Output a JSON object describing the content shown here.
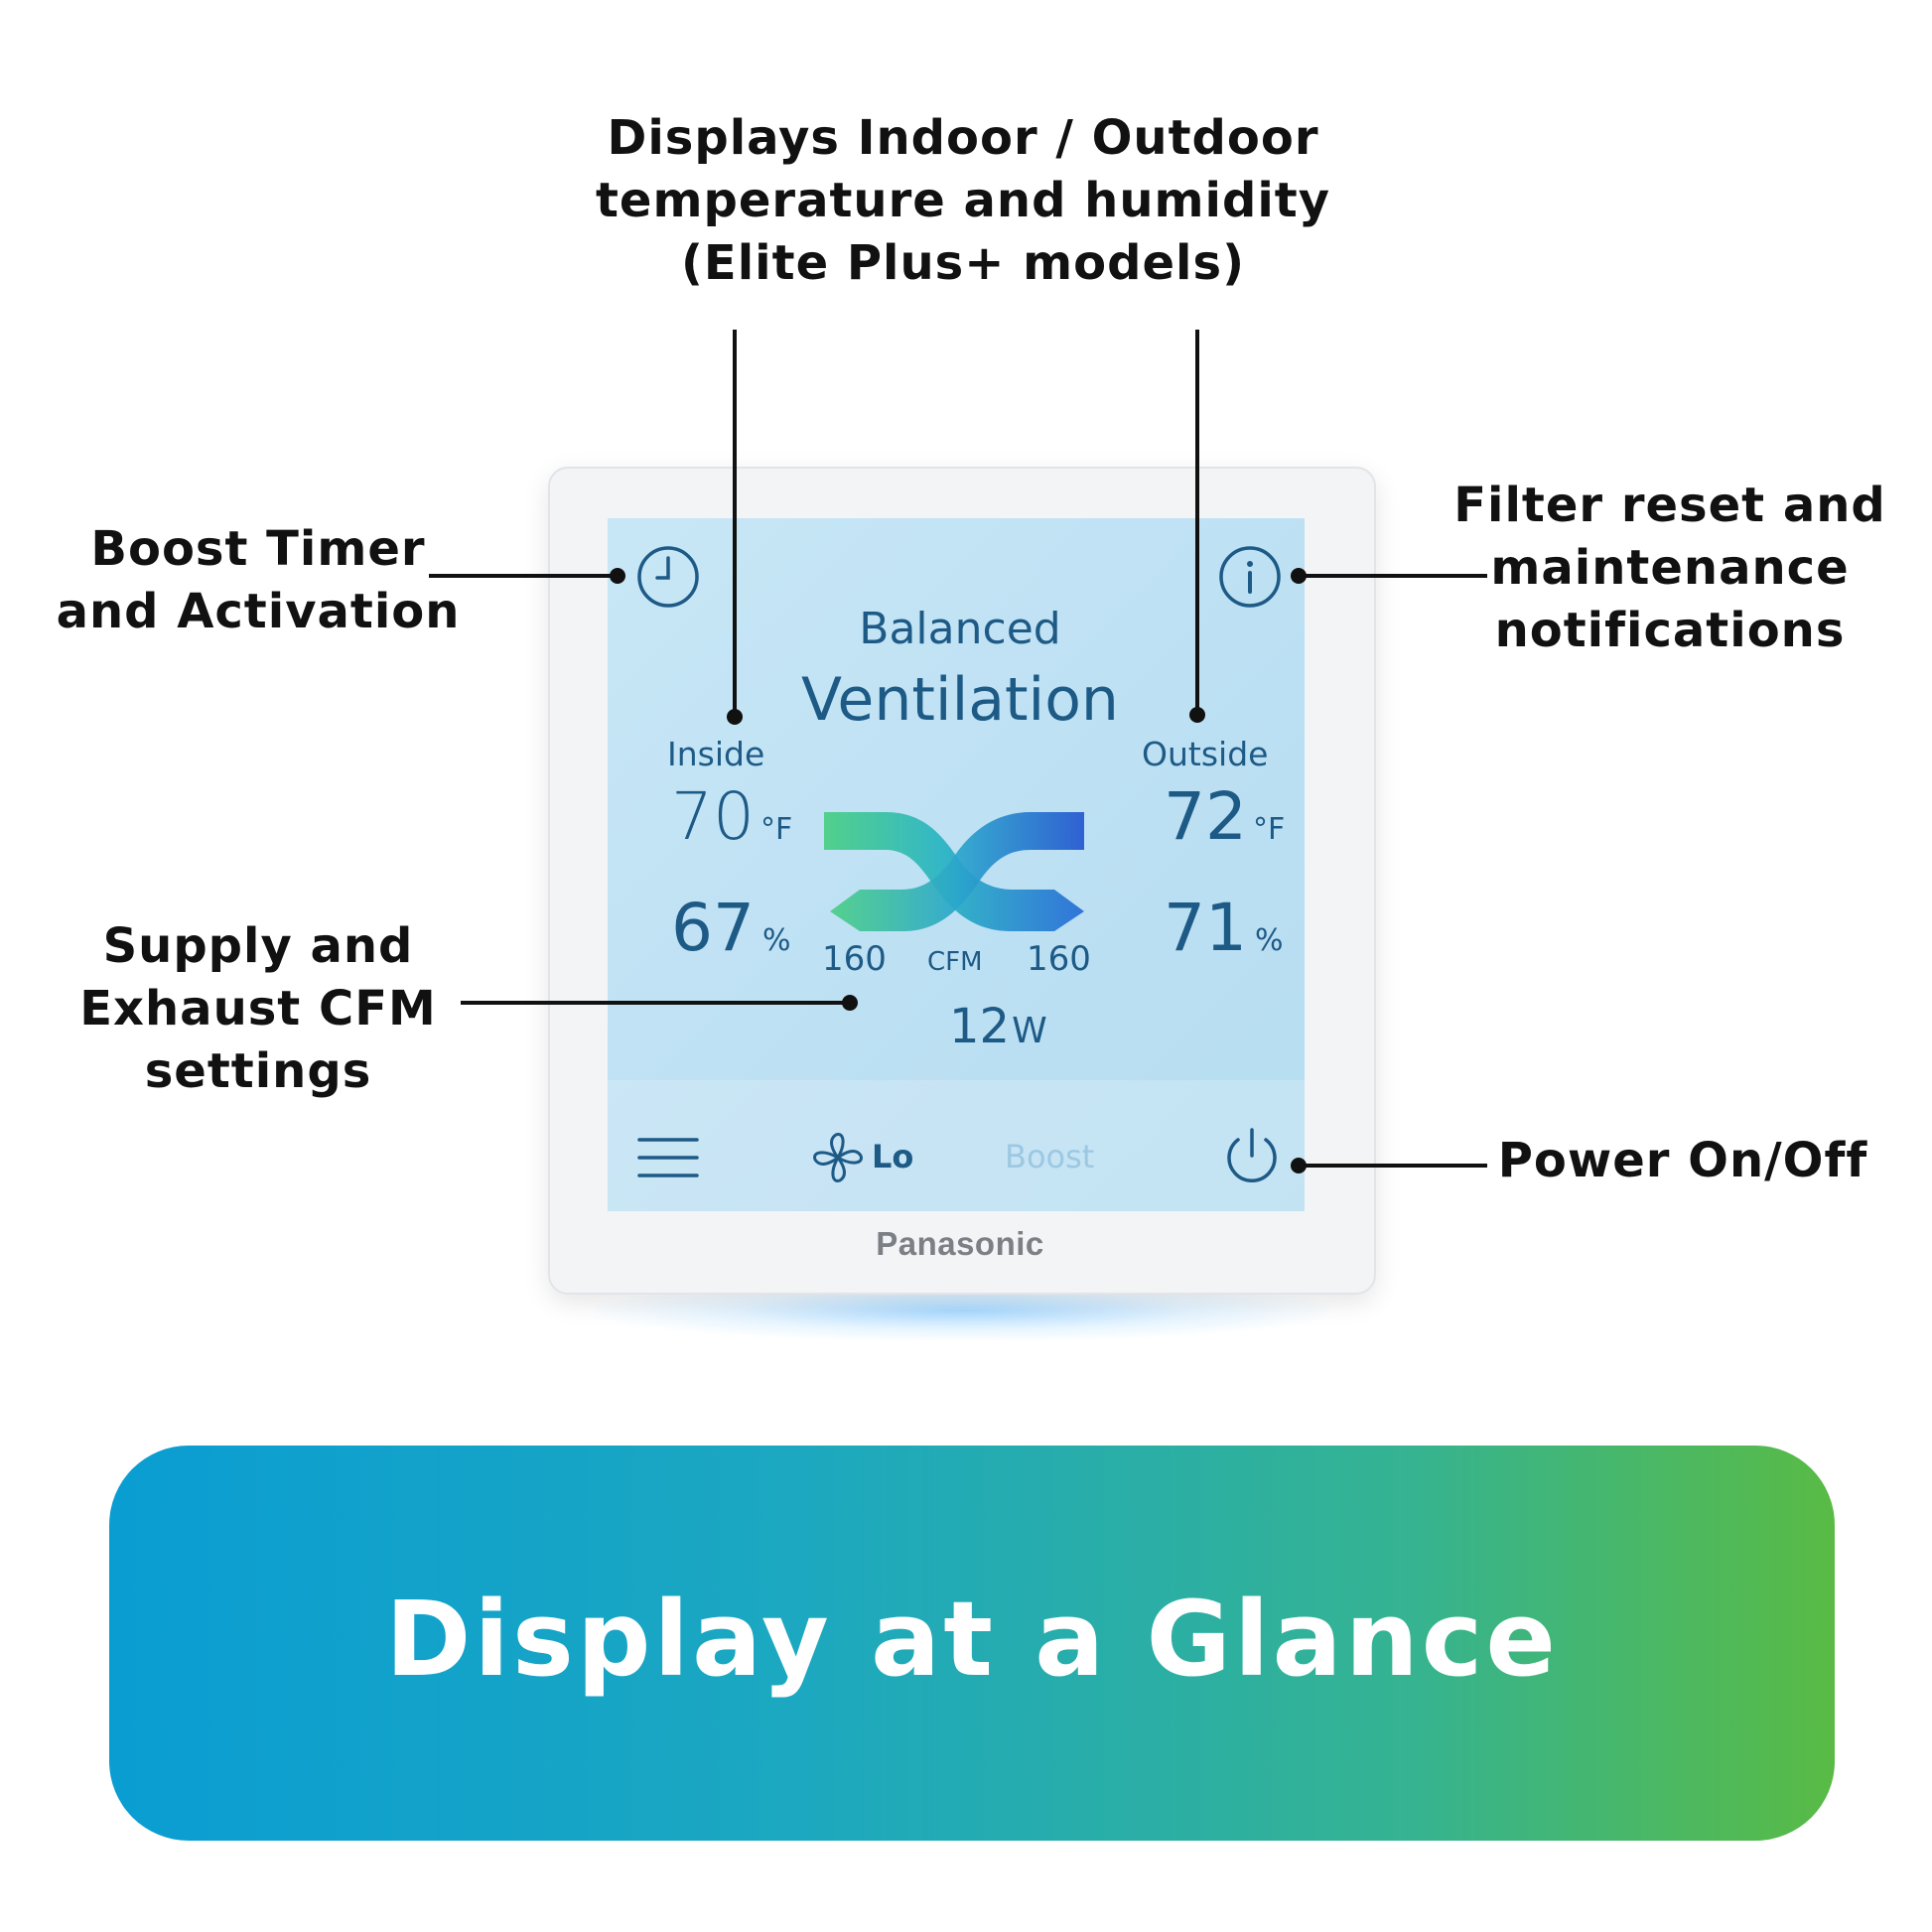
{
  "callouts": {
    "top_center": [
      "Displays Indoor / Outdoor",
      "temperature and humidity",
      "(Elite Plus+ models)"
    ],
    "top_left": [
      "Boost Timer",
      "and Activation"
    ],
    "top_right": [
      "Filter reset and",
      "maintenance",
      "notifications"
    ],
    "mid_left": [
      "Supply and",
      "Exhaust CFM",
      "settings"
    ],
    "bottom_right": [
      "Power On/Off"
    ]
  },
  "screen": {
    "title_line1": "Balanced",
    "title_line2": "Ventilation",
    "inside": {
      "label": "Inside",
      "temp": "70",
      "temp_unit": "°F",
      "humidity": "67",
      "humidity_unit": "%"
    },
    "outside": {
      "label": "Outside",
      "temp": "72",
      "temp_unit": "°F",
      "humidity": "71",
      "humidity_unit": "%"
    },
    "cfm": {
      "supply": "160",
      "unit": "CFM",
      "exhaust": "160"
    },
    "power": {
      "value": "12",
      "unit": "W"
    },
    "fan_speed": "Lo",
    "boost_label": "Boost"
  },
  "device": {
    "brand": "Panasonic"
  },
  "banner": {
    "title": "Display at a Glance"
  },
  "colors": {
    "screen_text": "#1d5a86",
    "boost_disabled": "#9cc8e2",
    "banner_start": "#0a9dd2",
    "banner_end": "#59bb45"
  }
}
